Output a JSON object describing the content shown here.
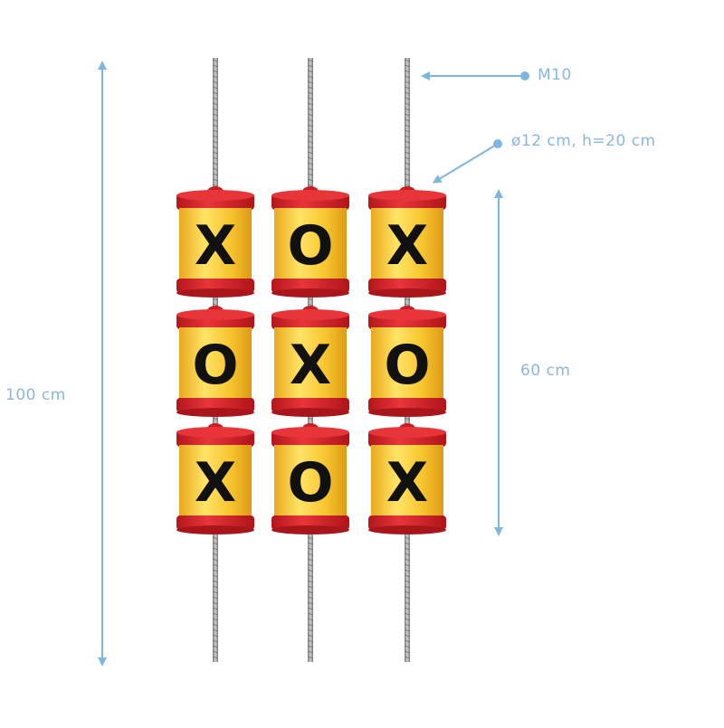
{
  "colors": {
    "annotation": "#7fb6e0",
    "annotation_text": "#8ab7dc",
    "rod": "#9c9c9c",
    "cap": "#d8242a",
    "cap_dark": "#a8161c",
    "body": "#f6c22c",
    "body_light": "#ffe46a",
    "symbol": "#111111"
  },
  "labels": {
    "total_height": "100 cm",
    "grid_height": "60 cm",
    "rod_thread": "M10",
    "cylinder_size": "ø12 cm, h=20 cm"
  },
  "columns": [
    {
      "name": "left",
      "symbols": [
        "X",
        "O",
        "X"
      ]
    },
    {
      "name": "middle",
      "symbols": [
        "O",
        "X",
        "O"
      ]
    },
    {
      "name": "right",
      "symbols": [
        "X",
        "O",
        "X"
      ]
    }
  ]
}
